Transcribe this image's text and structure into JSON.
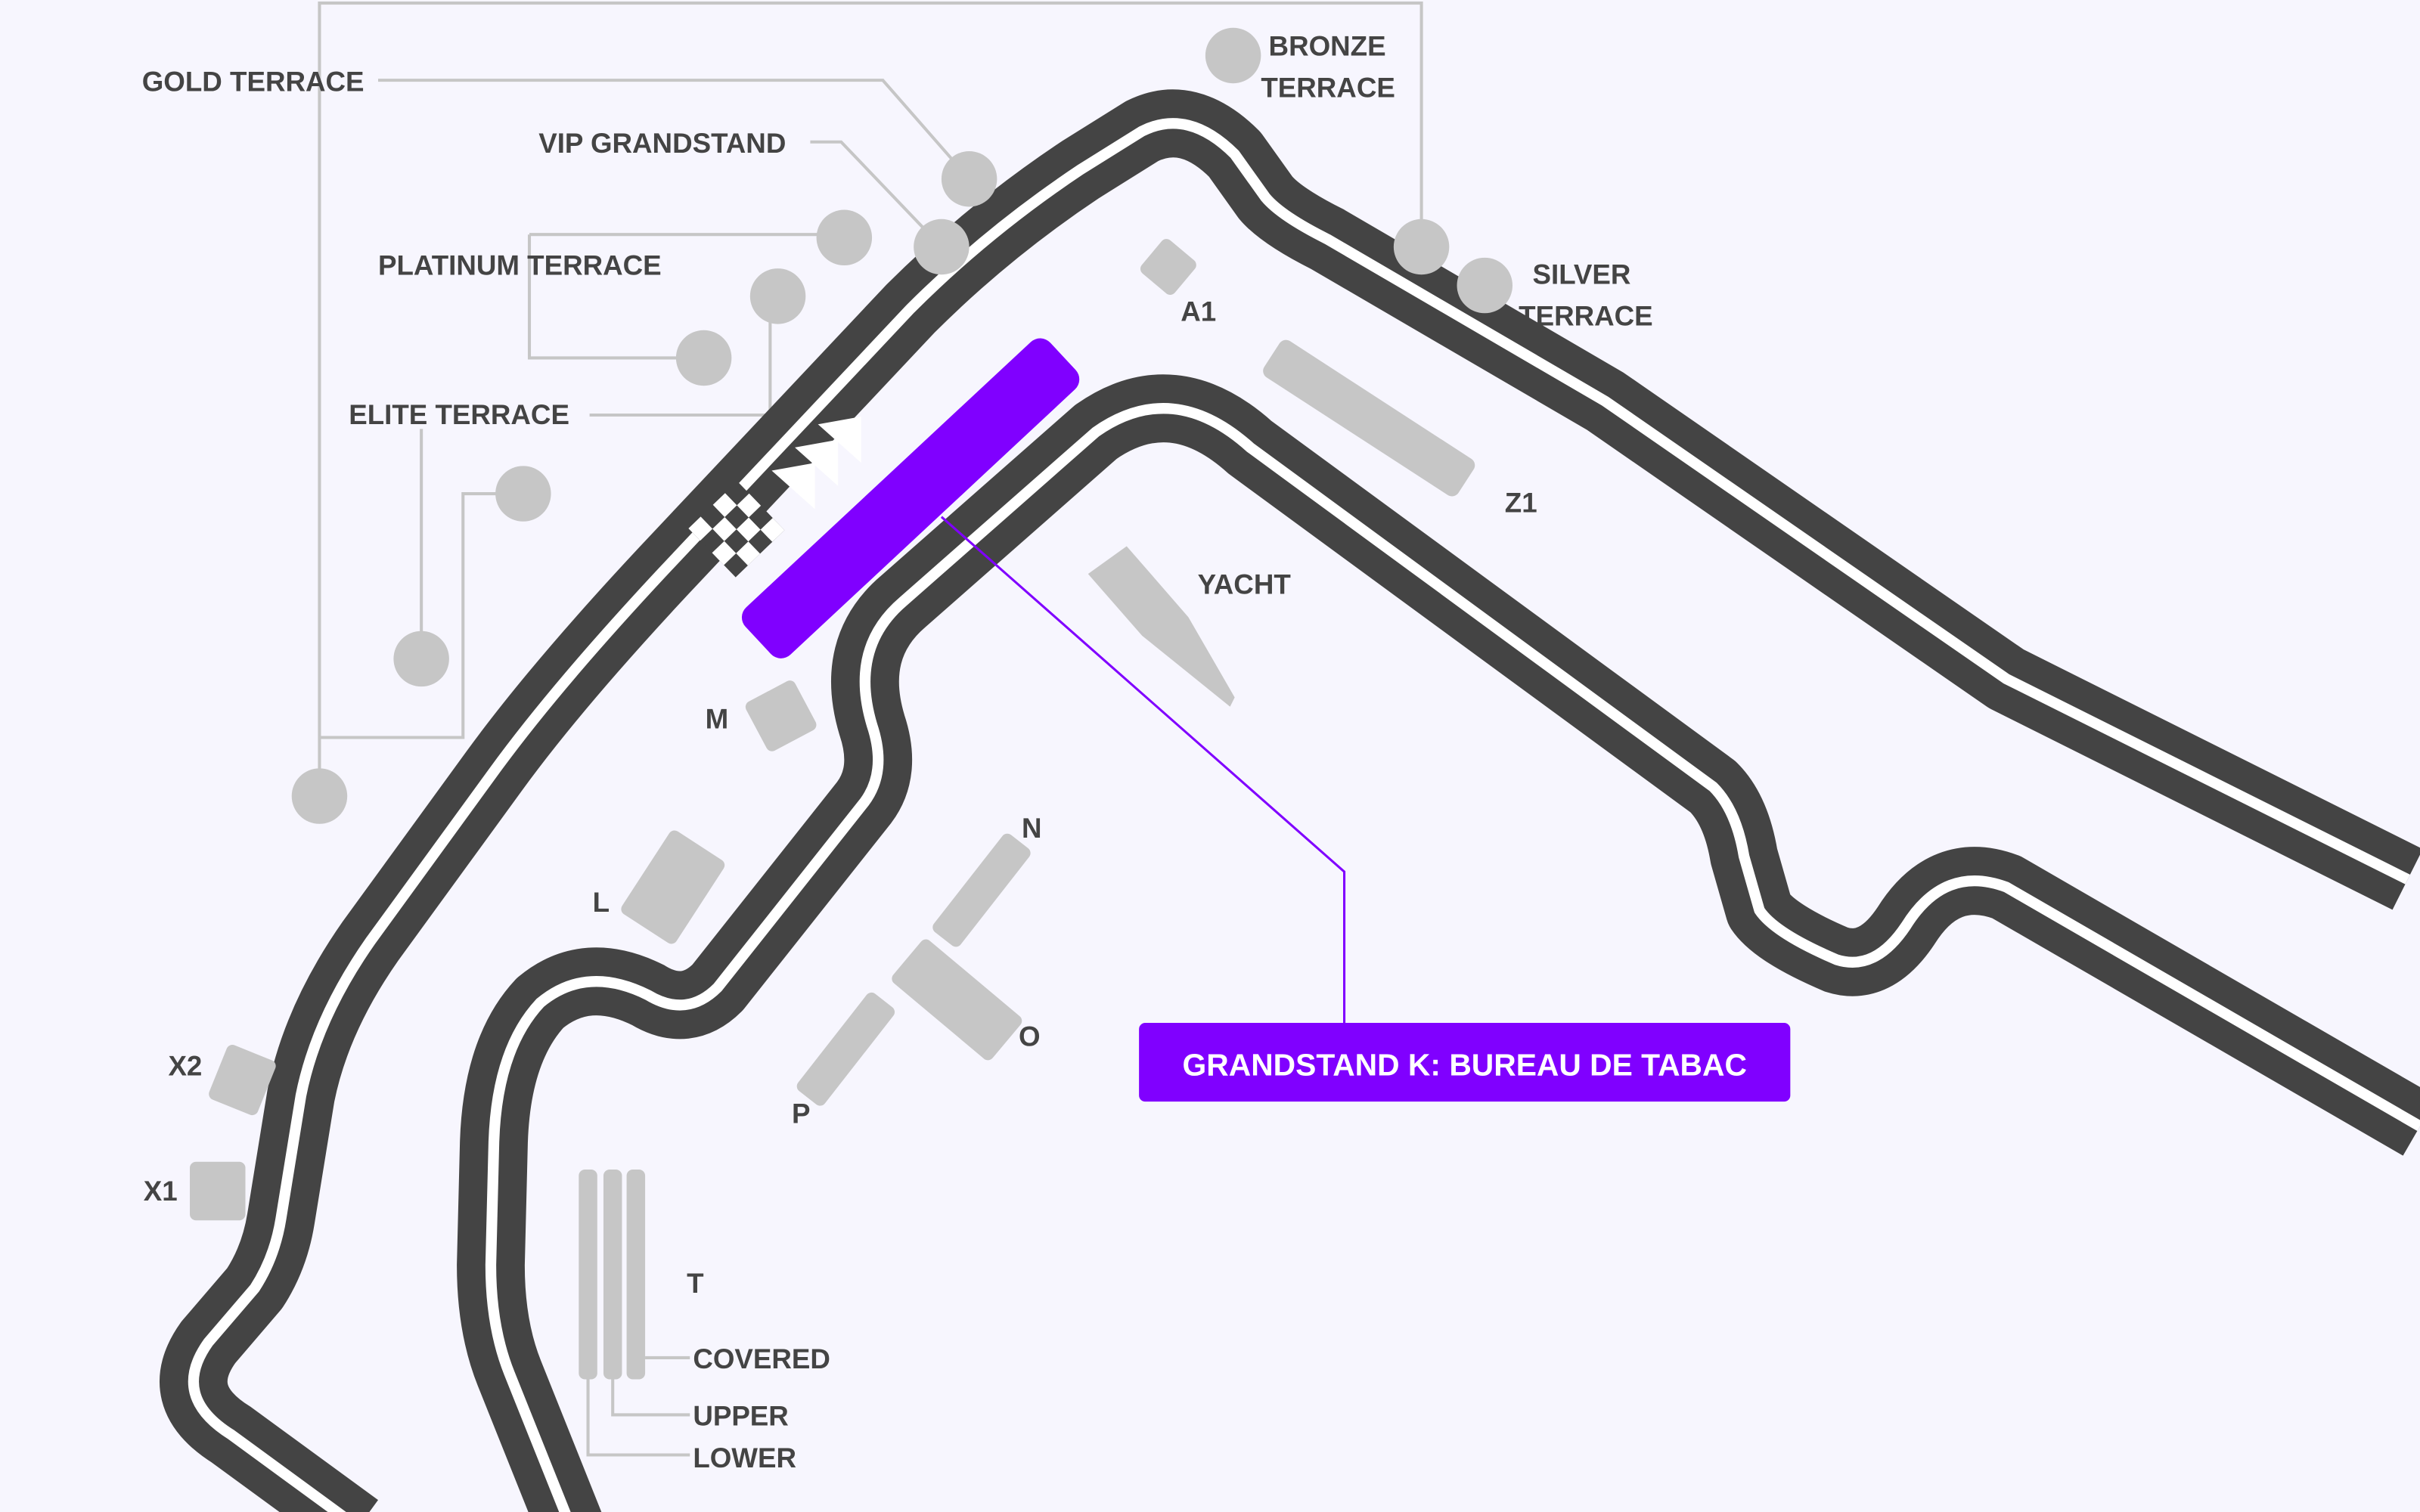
{
  "map": {
    "colors": {
      "background": "#f7f6fe",
      "track": "#444444",
      "seating": "#c6c6c6",
      "highlight": "#8000ff"
    },
    "selected_label": "GRANDSTAND K: BUREAU DE TABAC",
    "labels": {
      "gold_terrace": "GOLD TERRACE",
      "vip_grandstand": "VIP GRANDSTAND",
      "platinum_terrace": "PLATINUM TERRACE",
      "elite_terrace": "ELITE TERRACE",
      "bronze_terrace_1": "BRONZE",
      "bronze_terrace_2": "TERRACE",
      "silver_terrace_1": "SILVER",
      "silver_terrace_2": "TERRACE",
      "a1": "A1",
      "z1": "Z1",
      "yacht": "YACHT",
      "m": "M",
      "l": "L",
      "n": "N",
      "o": "O",
      "p": "P",
      "x1": "X1",
      "x2": "X2",
      "t": "T",
      "covered": "COVERED",
      "upper": "UPPER",
      "lower": "LOWER"
    }
  }
}
